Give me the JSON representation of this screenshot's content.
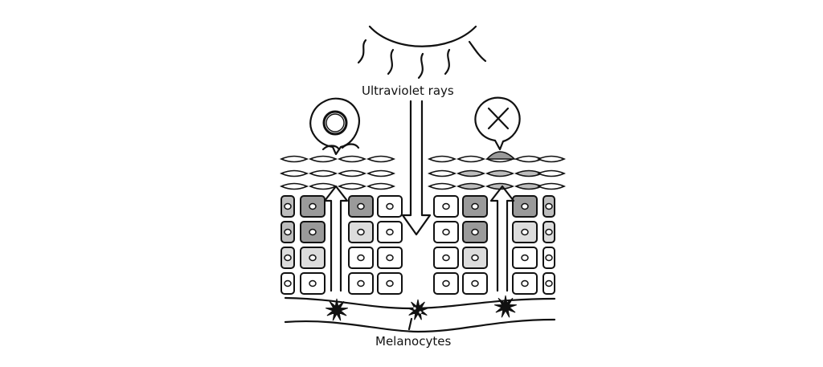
{
  "labels": {
    "ultraviolet": "Ultraviolet rays",
    "melanocytes": "Melanocytes"
  },
  "callouts": {
    "good": {
      "symbol": "circle-mark-icon",
      "meaning": "O"
    },
    "bad": {
      "symbol": "cross-mark-icon",
      "meaning": "X"
    }
  },
  "colors": {
    "ink": "#111111",
    "shade_dark": "#9a9a9a",
    "shade_mid": "#bdbdbd",
    "shade_light": "#dcdcdc",
    "paper": "#ffffff"
  }
}
